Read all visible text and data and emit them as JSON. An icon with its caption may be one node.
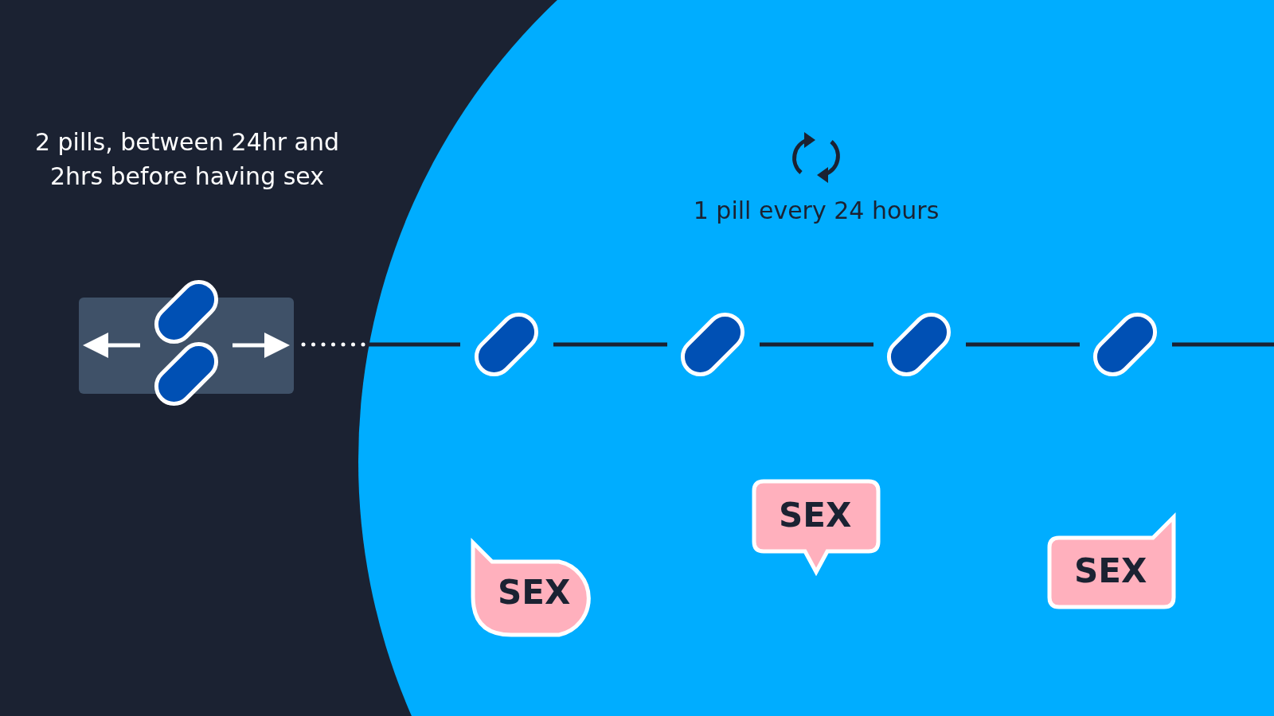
{
  "diagram": {
    "nodes": [
      {
        "text": [
          "SEX"
        ]
      },
      {
        "text": [
          "SEX"
        ]
      },
      {
        "text": [
          "SEX"
        ]
      }
    ],
    "labels": [
      "2 pills, between 24hr and 2hrs before having sex",
      "1 pill every 24 hours"
    ]
  }
}
